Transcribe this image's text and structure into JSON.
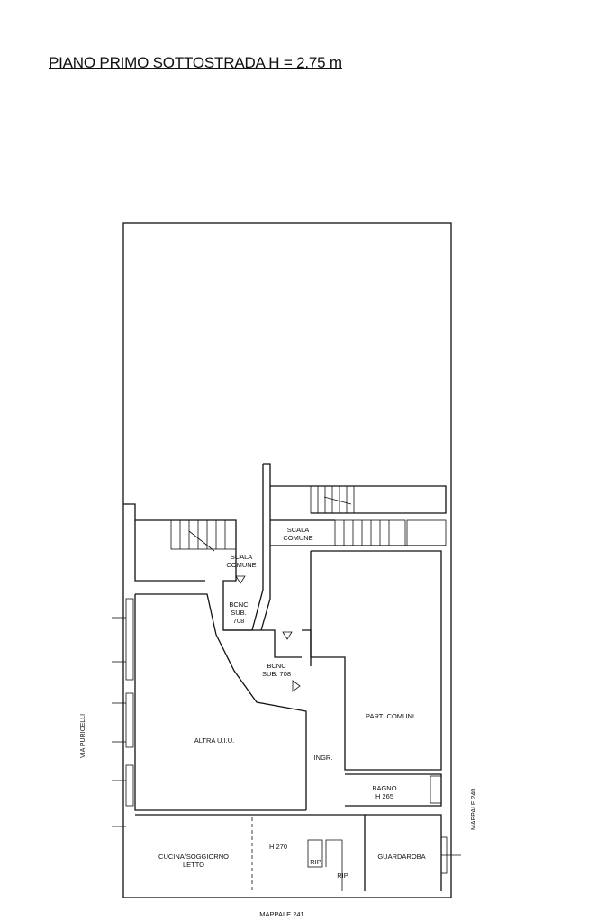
{
  "title": "PIANO PRIMO SOTTOSTRADA  H = 2.75 m",
  "rooms": {
    "scala_comune_left": "SCALA\nCOMUNE",
    "scala_comune_right": "SCALA\nCOMUNE",
    "bcnc_upper": "BCNC\nSUB.\n708",
    "bcnc_lower": "BCNC\nSUB. 708",
    "altra_uiu": "ALTRA U.I.U.",
    "parti_comuni": "PARTI COMUNI",
    "ingr": "INGR.",
    "bagno": "BAGNO\nH 265",
    "cucina": "CUCINA/SOGGIORNO\nLETTO",
    "h270": "H 270",
    "rip_left": "RIP.",
    "rip_bottom": "RIP.",
    "guardaroba": "GUARDAROBA"
  },
  "labels": {
    "via": "VIA PURICELLI",
    "mappale_240": "MAPPALE 240",
    "mappale_241": "MAPPALE 241"
  }
}
